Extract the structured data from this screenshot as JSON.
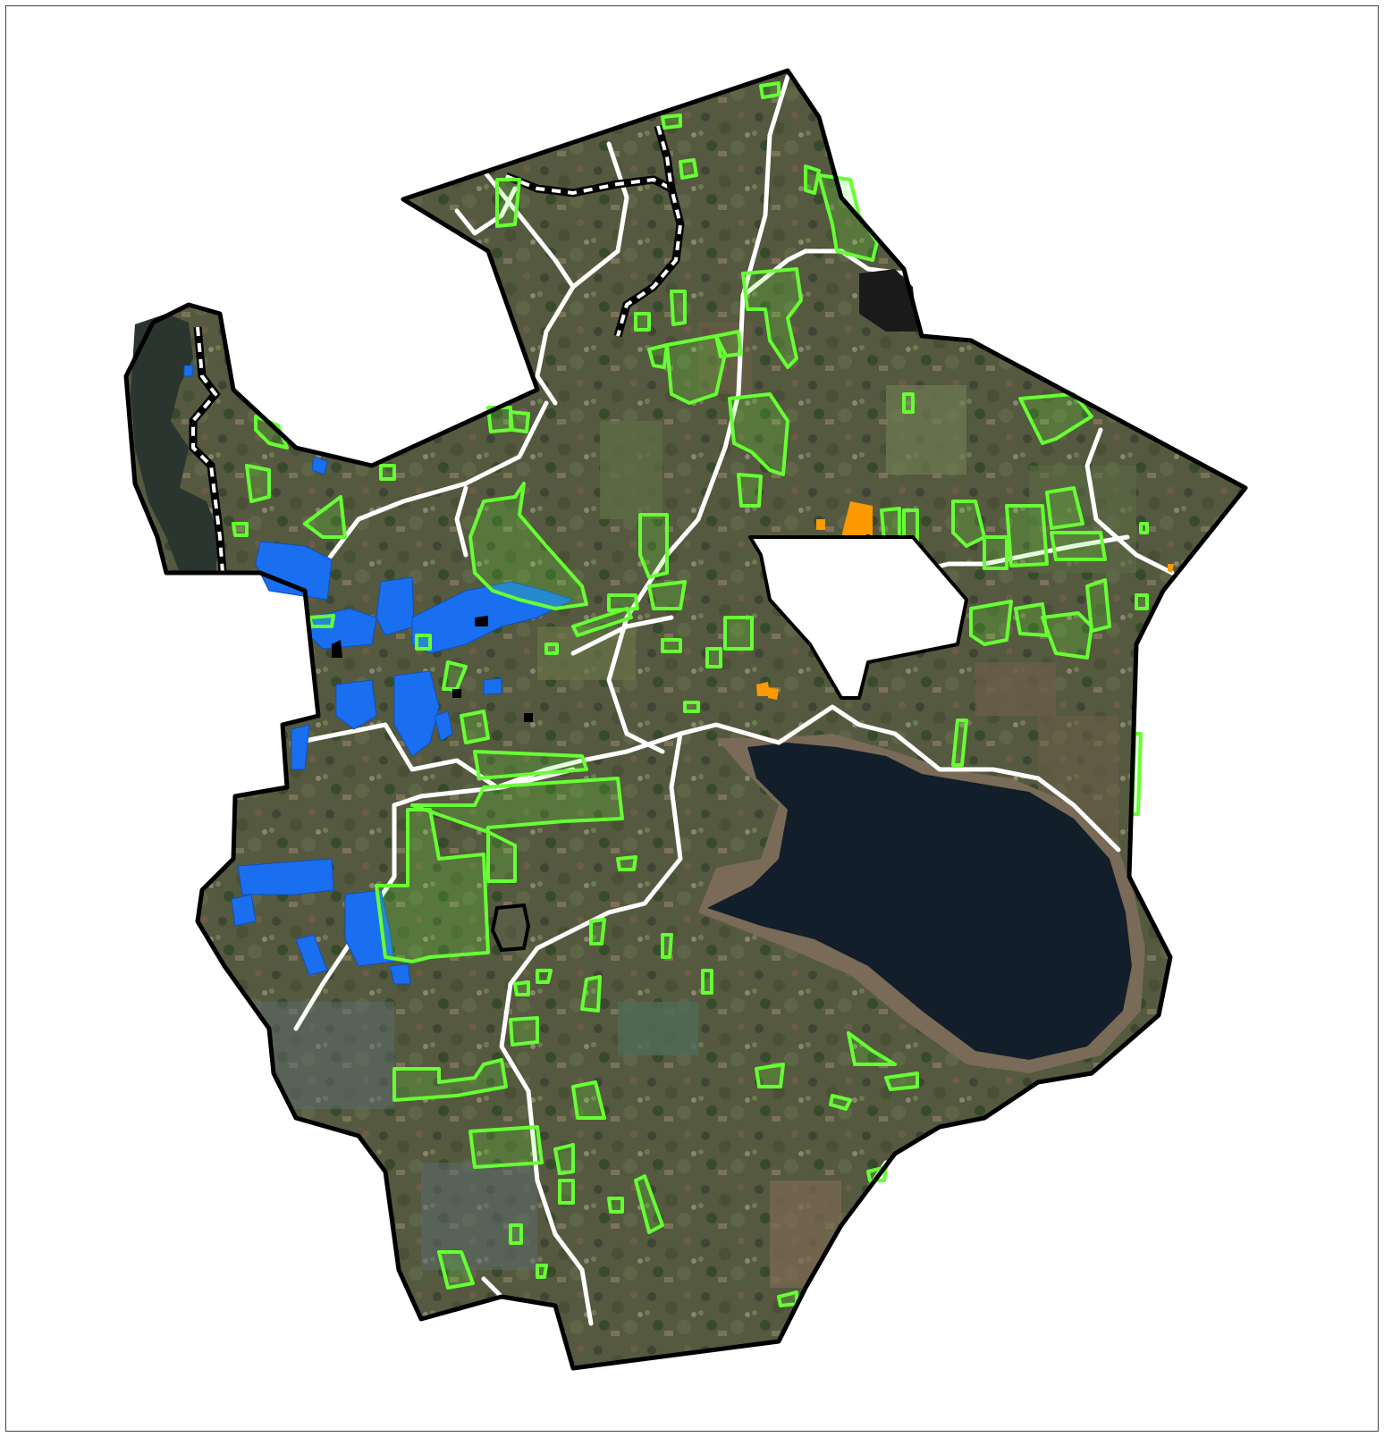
{
  "map": {
    "colors": {
      "background": "#ffffff",
      "frame": "#444444",
      "aerial_base": "#55593f",
      "aerial_dark": "#3f4534",
      "aerial_field": "#6f7a52",
      "aerial_brown": "#6b5d48",
      "forest": "#384a2c",
      "boundary": "#000000",
      "roads": "#ffffff",
      "lake": "#121e29",
      "lake_edge": "#7a6a58",
      "green_parcels": "#66ff33",
      "blue_parcels": "#1a6ff0",
      "orange_parcels": "#ff9900",
      "black_parcels": "#000000"
    },
    "layers": [
      {
        "name": "aerial-imagery",
        "icon": "aerial-photo-icon"
      },
      {
        "name": "municipal-boundary",
        "icon": "boundary-line-icon"
      },
      {
        "name": "roads",
        "icon": "road-icon"
      },
      {
        "name": "water-bodies",
        "icon": "water-icon"
      },
      {
        "name": "green-outlined-parcels",
        "icon": "green-parcel-icon"
      },
      {
        "name": "blue-filled-parcels",
        "icon": "blue-parcel-icon"
      },
      {
        "name": "orange-filled-parcels",
        "icon": "orange-parcel-icon"
      },
      {
        "name": "black-outlined-parcels",
        "icon": "black-parcel-icon"
      },
      {
        "name": "dashed-boundary-segments",
        "icon": "dashed-line-icon"
      }
    ]
  }
}
